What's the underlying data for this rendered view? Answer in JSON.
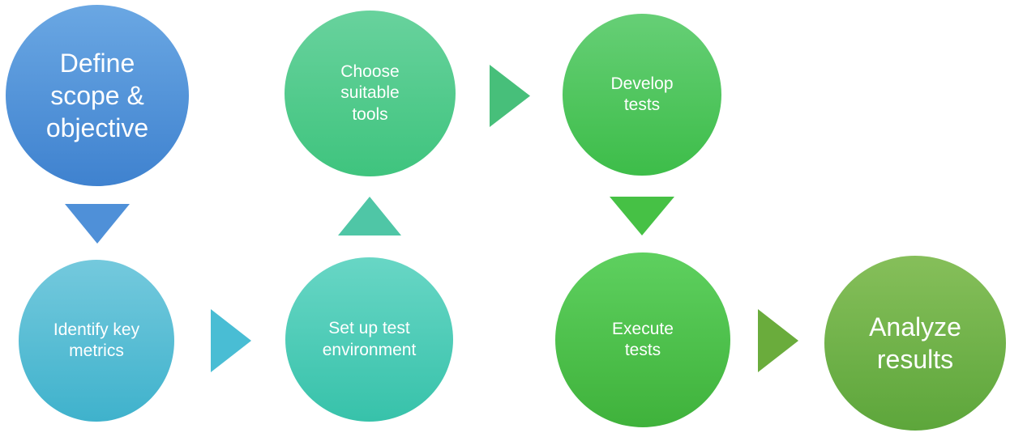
{
  "steps": [
    {
      "id": "define",
      "label": "Define scope & objective",
      "color_top": "#6aa7e3",
      "color_bottom": "#3f82cf"
    },
    {
      "id": "identify",
      "label": "Identify key metrics",
      "color_top": "#74c9dd",
      "color_bottom": "#3fb2cc"
    },
    {
      "id": "setup",
      "label": "Set up test environment",
      "color_top": "#68d6c5",
      "color_bottom": "#37c2aa"
    },
    {
      "id": "choose",
      "label": "Choose suitable tools",
      "color_top": "#68d29d",
      "color_bottom": "#3fc47e"
    },
    {
      "id": "develop",
      "label": "Develop tests",
      "color_top": "#66cf76",
      "color_bottom": "#3dbd49"
    },
    {
      "id": "execute",
      "label": "Execute tests",
      "color_top": "#5ed05f",
      "color_bottom": "#3fb23b"
    },
    {
      "id": "analyze",
      "label": "Analyze results",
      "color_top": "#86bf5a",
      "color_bottom": "#5da63b"
    }
  ],
  "connectors": [
    {
      "id": "define-to-identify",
      "direction": "down",
      "color": "#4f90d8"
    },
    {
      "id": "identify-to-setup",
      "direction": "right",
      "color": "#49bdd4"
    },
    {
      "id": "setup-to-choose",
      "direction": "up",
      "color": "#4fc6a6"
    },
    {
      "id": "choose-to-develop",
      "direction": "right",
      "color": "#47bf7a"
    },
    {
      "id": "develop-to-execute",
      "direction": "down",
      "color": "#46c145"
    },
    {
      "id": "execute-to-analyze",
      "direction": "right",
      "color": "#6aac3c"
    }
  ]
}
